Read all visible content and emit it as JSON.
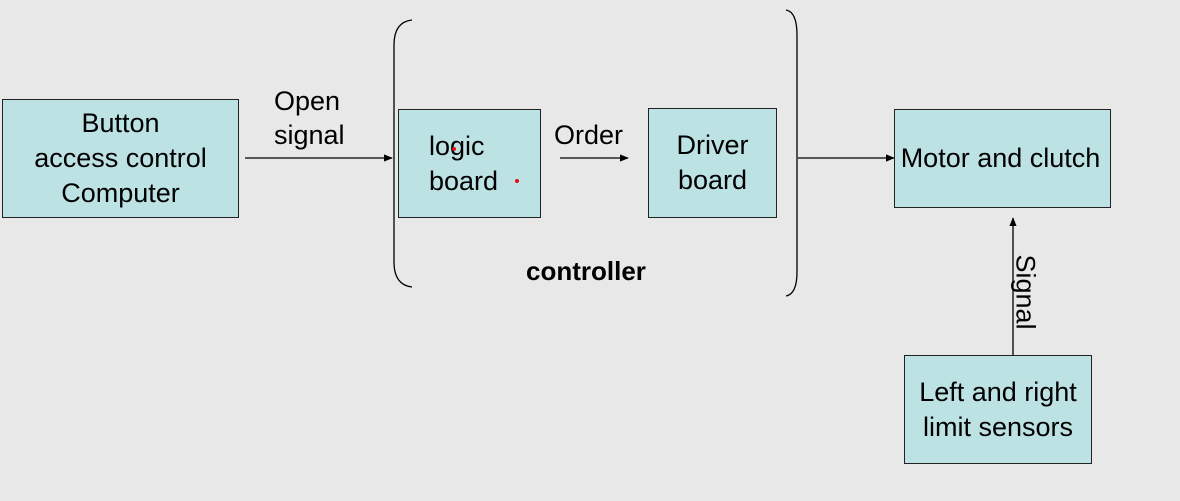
{
  "diagram": {
    "button_computer_box": [
      "Button",
      "access control",
      "Computer"
    ],
    "open_signal_label": [
      "Open",
      "signal"
    ],
    "logic_board_box": [
      "logic",
      "board"
    ],
    "order_label": "Order",
    "driver_board_box": [
      "Driver",
      "board"
    ],
    "controller_label": "controller",
    "motor_box": "Motor and clutch",
    "signal_label": "Signal",
    "sensors_box": [
      "Left and right",
      "limit sensors"
    ]
  }
}
